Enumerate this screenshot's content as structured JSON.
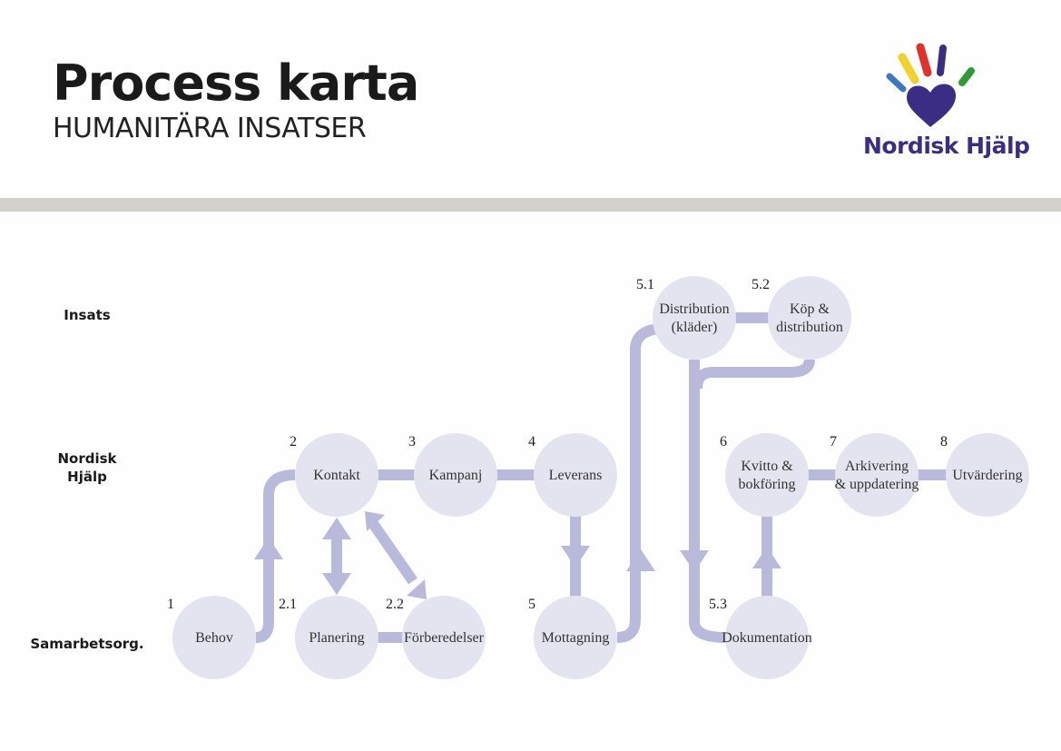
{
  "header": {
    "title": "Process karta",
    "subtitle": "HUMANITÄRA INSATSER",
    "logo_text": "Nordisk Hjälp"
  },
  "rows": [
    {
      "id": "insats",
      "lines": [
        "Insats"
      ]
    },
    {
      "id": "nordisk",
      "lines": [
        "Nordisk",
        "Hjälp"
      ]
    },
    {
      "id": "samarbets",
      "lines": [
        "Samarbetsorg."
      ]
    }
  ],
  "nodes": [
    {
      "id": "n1",
      "number": "1",
      "lines": [
        "Behov"
      ]
    },
    {
      "id": "n2",
      "number": "2",
      "lines": [
        "Kontakt"
      ]
    },
    {
      "id": "n21",
      "number": "2.1",
      "lines": [
        "Planering"
      ]
    },
    {
      "id": "n22",
      "number": "2.2",
      "lines": [
        "Förberedelser"
      ]
    },
    {
      "id": "n3",
      "number": "3",
      "lines": [
        "Kampanj"
      ]
    },
    {
      "id": "n4",
      "number": "4",
      "lines": [
        "Leverans"
      ]
    },
    {
      "id": "n5",
      "number": "5",
      "lines": [
        "Mottagning"
      ]
    },
    {
      "id": "n51",
      "number": "5.1",
      "lines": [
        "Distribution",
        "(kläder)"
      ]
    },
    {
      "id": "n52",
      "number": "5.2",
      "lines": [
        "Köp &",
        "distribution"
      ]
    },
    {
      "id": "n53",
      "number": "5.3",
      "lines": [
        "Dokumentation"
      ]
    },
    {
      "id": "n6",
      "number": "6",
      "lines": [
        "Kvitto &",
        "bokföring"
      ]
    },
    {
      "id": "n7",
      "number": "7",
      "lines": [
        "Arkivering",
        "& uppdatering"
      ]
    },
    {
      "id": "n8",
      "number": "8",
      "lines": [
        "Utvärdering"
      ]
    }
  ],
  "edges": [
    {
      "from": "n1",
      "to": "n2",
      "type": "arrow"
    },
    {
      "from": "n2",
      "to": "n3",
      "type": "line"
    },
    {
      "from": "n3",
      "to": "n4",
      "type": "line"
    },
    {
      "from": "n2",
      "to": "n21",
      "type": "double-arrow"
    },
    {
      "from": "n2",
      "to": "n22",
      "type": "double-arrow"
    },
    {
      "from": "n21",
      "to": "n22",
      "type": "line"
    },
    {
      "from": "n4",
      "to": "n5",
      "type": "arrow"
    },
    {
      "from": "n5",
      "to": "n51",
      "type": "arrow"
    },
    {
      "from": "n51",
      "to": "n52",
      "type": "line"
    },
    {
      "from": "n51",
      "to": "n53",
      "type": "arrow"
    },
    {
      "from": "n52",
      "to": "n53",
      "type": "arrow"
    },
    {
      "from": "n53",
      "to": "n6",
      "type": "arrow"
    },
    {
      "from": "n6",
      "to": "n7",
      "type": "line"
    },
    {
      "from": "n7",
      "to": "n8",
      "type": "line"
    }
  ],
  "colors": {
    "node": "#e4e4f1",
    "connector": "#b9badb",
    "bar": "#d4d0cc",
    "brand": "#3b2d83"
  }
}
